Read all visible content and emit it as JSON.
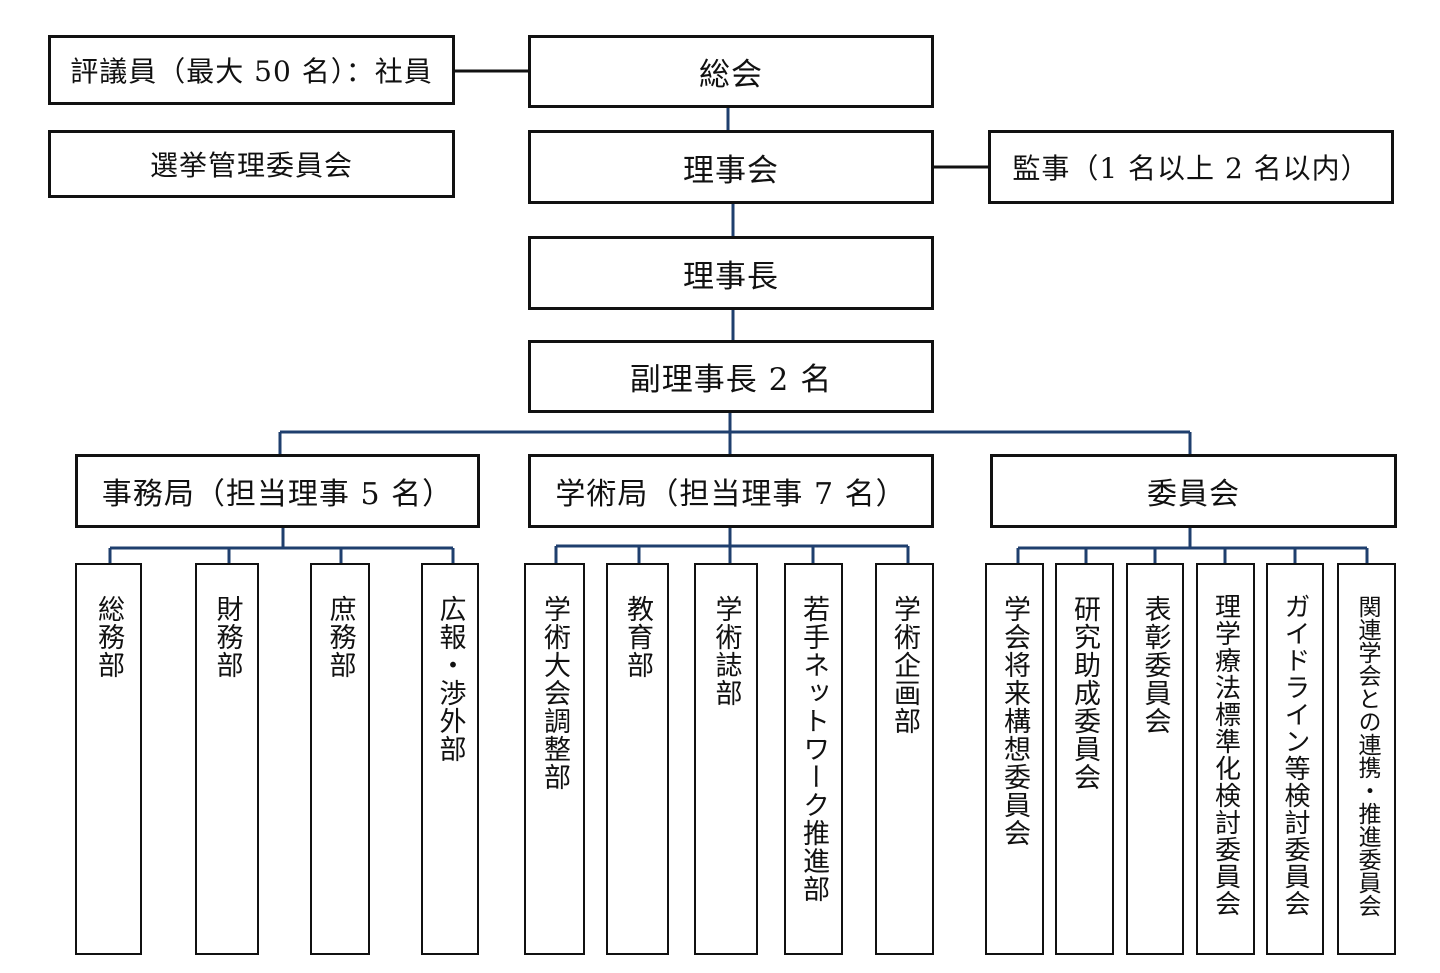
{
  "top": {
    "councilors": "評議員（最大 50 名）：社員",
    "election_committee": "選挙管理委員会",
    "general_assembly": "総会",
    "board": "理事会",
    "auditors": "監事（1 名以上 2 名以内）",
    "president": "理事長",
    "vice_presidents": "副理事長 2 名"
  },
  "bureaus": {
    "secretariat": "事務局（担当理事 5 名）",
    "academic": "学術局（担当理事 7 名）",
    "committees": "委員会"
  },
  "secretariat_depts": [
    "総務部",
    "財務部",
    "庶務部",
    "広報・渉外部"
  ],
  "academic_depts": [
    "学術大会調整部",
    "教育部",
    "学術誌部",
    "若手ネットワーク推進部",
    "学術企画部"
  ],
  "committee_list": [
    "学会将来構想委員会",
    "研究助成委員会",
    "表彰委員会",
    "理学療法標準化検討委員会",
    "ガイドライン等検討委員会",
    "関連学会との連携・推進委員会"
  ],
  "colors": {
    "connector": "#1f3f6e",
    "border": "#111111"
  }
}
